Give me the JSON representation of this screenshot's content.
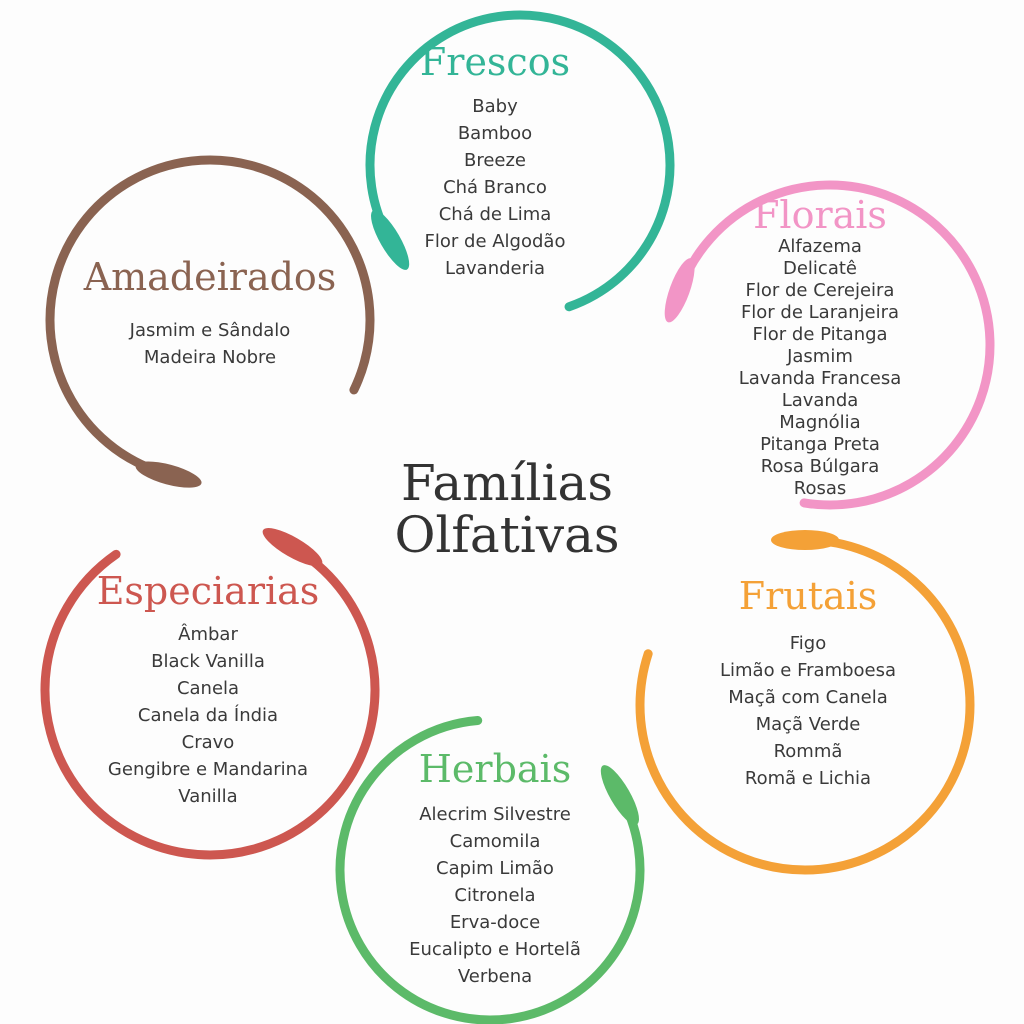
{
  "center_title": {
    "line1": "Famílias",
    "line2": "Olfativas"
  },
  "families": [
    {
      "id": "frescos",
      "title": "Frescos",
      "color": "#33b597",
      "items": [
        "Baby",
        "Bamboo",
        "Breeze",
        "Chá Branco",
        "Chá de Lima",
        "Flor de Algodão",
        "Lavanderia"
      ]
    },
    {
      "id": "florais",
      "title": "Florais",
      "color": "#f295c6",
      "items": [
        "Alfazema",
        "Delicatê",
        "Flor de Cerejeira",
        "Flor de Laranjeira",
        "Flor de Pitanga",
        "Jasmim",
        "Lavanda Francesa",
        "Lavanda",
        "Magnólia",
        "Pitanga Preta",
        "Rosa Búlgara",
        "Rosas"
      ]
    },
    {
      "id": "amadeirados",
      "title": "Amadeirados",
      "color": "#8a6351",
      "items": [
        "Jasmim e Sândalo",
        "Madeira Nobre"
      ]
    },
    {
      "id": "especiarias",
      "title": "Especiarias",
      "color": "#cd5750",
      "items": [
        "Âmbar",
        "Black Vanilla",
        "Canela",
        "Canela da Índia",
        "Cravo",
        "Gengibre e Mandarina",
        "Vanilla"
      ]
    },
    {
      "id": "frutais",
      "title": "Frutais",
      "color": "#f4a137",
      "items": [
        "Figo",
        "Limão e Framboesa",
        "Maçã com Canela",
        "Maçã Verde",
        "Rommã",
        "Romã e Lichia"
      ]
    },
    {
      "id": "herbais",
      "title": "Herbais",
      "color": "#5cba69",
      "items": [
        "Alecrim Silvestre",
        "Camomila",
        "Capim Limão",
        "Citronela",
        "Erva-doce",
        "Eucalipto e Hortelã",
        "Verbena"
      ]
    }
  ]
}
